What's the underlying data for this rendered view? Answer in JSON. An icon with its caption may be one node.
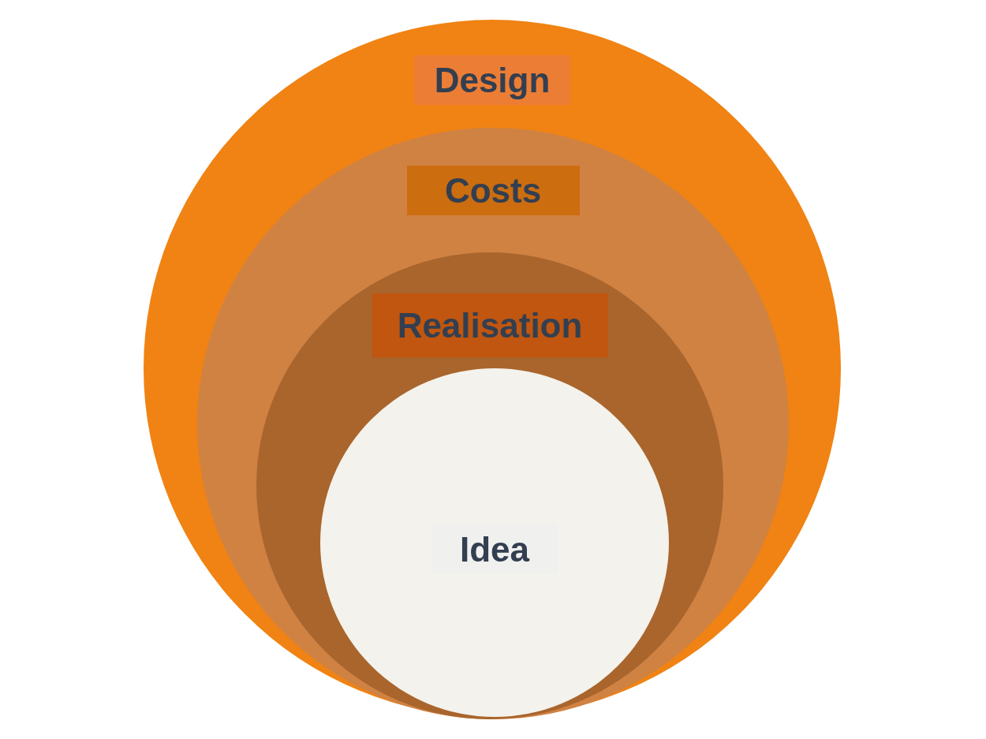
{
  "diagram": {
    "nodes": [
      {
        "text": [
          "Design"
        ]
      },
      {
        "text": [
          "Costs"
        ],
        "in": 0
      },
      {
        "text": [
          "Realisation"
        ],
        "in": 1
      },
      {
        "text": [
          "Idea"
        ],
        "in": 2
      }
    ]
  }
}
